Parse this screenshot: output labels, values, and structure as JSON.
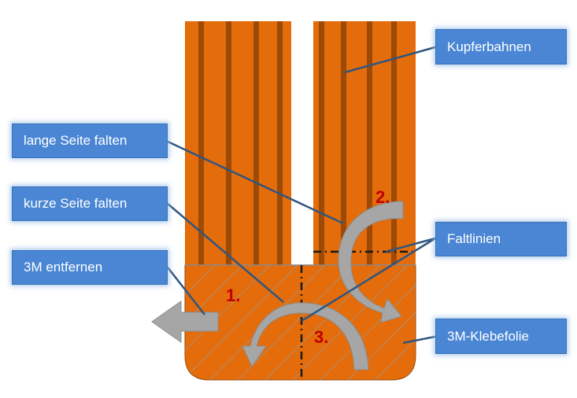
{
  "labels": {
    "kupferbahnen": "Kupferbahnen",
    "lange_seite": "lange Seite falten",
    "kurze_seite": "kurze Seite falten",
    "entfernen": "3M entfernen",
    "faltlinien": "Faltlinien",
    "klebefolie": "3M-Klebefolie"
  },
  "steps": {
    "one": "1.",
    "two": "2.",
    "three": "3."
  },
  "colors": {
    "copper": "#e46c0a",
    "trace_dark": "#9c4a06",
    "label_fill": "#4a86d4",
    "leader_line": "#2f5680",
    "arrow_gray": "#a6a6a6",
    "step_red": "#c00000"
  }
}
